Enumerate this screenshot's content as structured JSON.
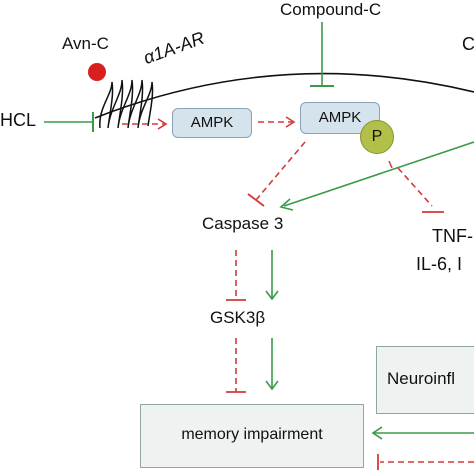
{
  "labels": {
    "avn_c": "Avn-C",
    "receptor": "α1A-AR",
    "hcl": "HCL",
    "compound_c": "Compound-C",
    "c_cut": "C",
    "ampk_1": "AMPK",
    "ampk_2": "AMPK",
    "phospho": "P",
    "caspase3": "Caspase 3",
    "tnf": "TNF-",
    "il6": "IL-6, I",
    "gsk3b": "GSK3β",
    "neuroinfl": "Neuroinfl",
    "memory": "memory impairment"
  },
  "colors": {
    "red_dashed": "#d23a3a",
    "green": "#3a9a4a",
    "black": "#111111",
    "ampk_fill": "#d5e3ec",
    "box_fill": "#eef2f0",
    "p_fill": "#b2c04a",
    "avn_dot": "#d81e1e"
  }
}
